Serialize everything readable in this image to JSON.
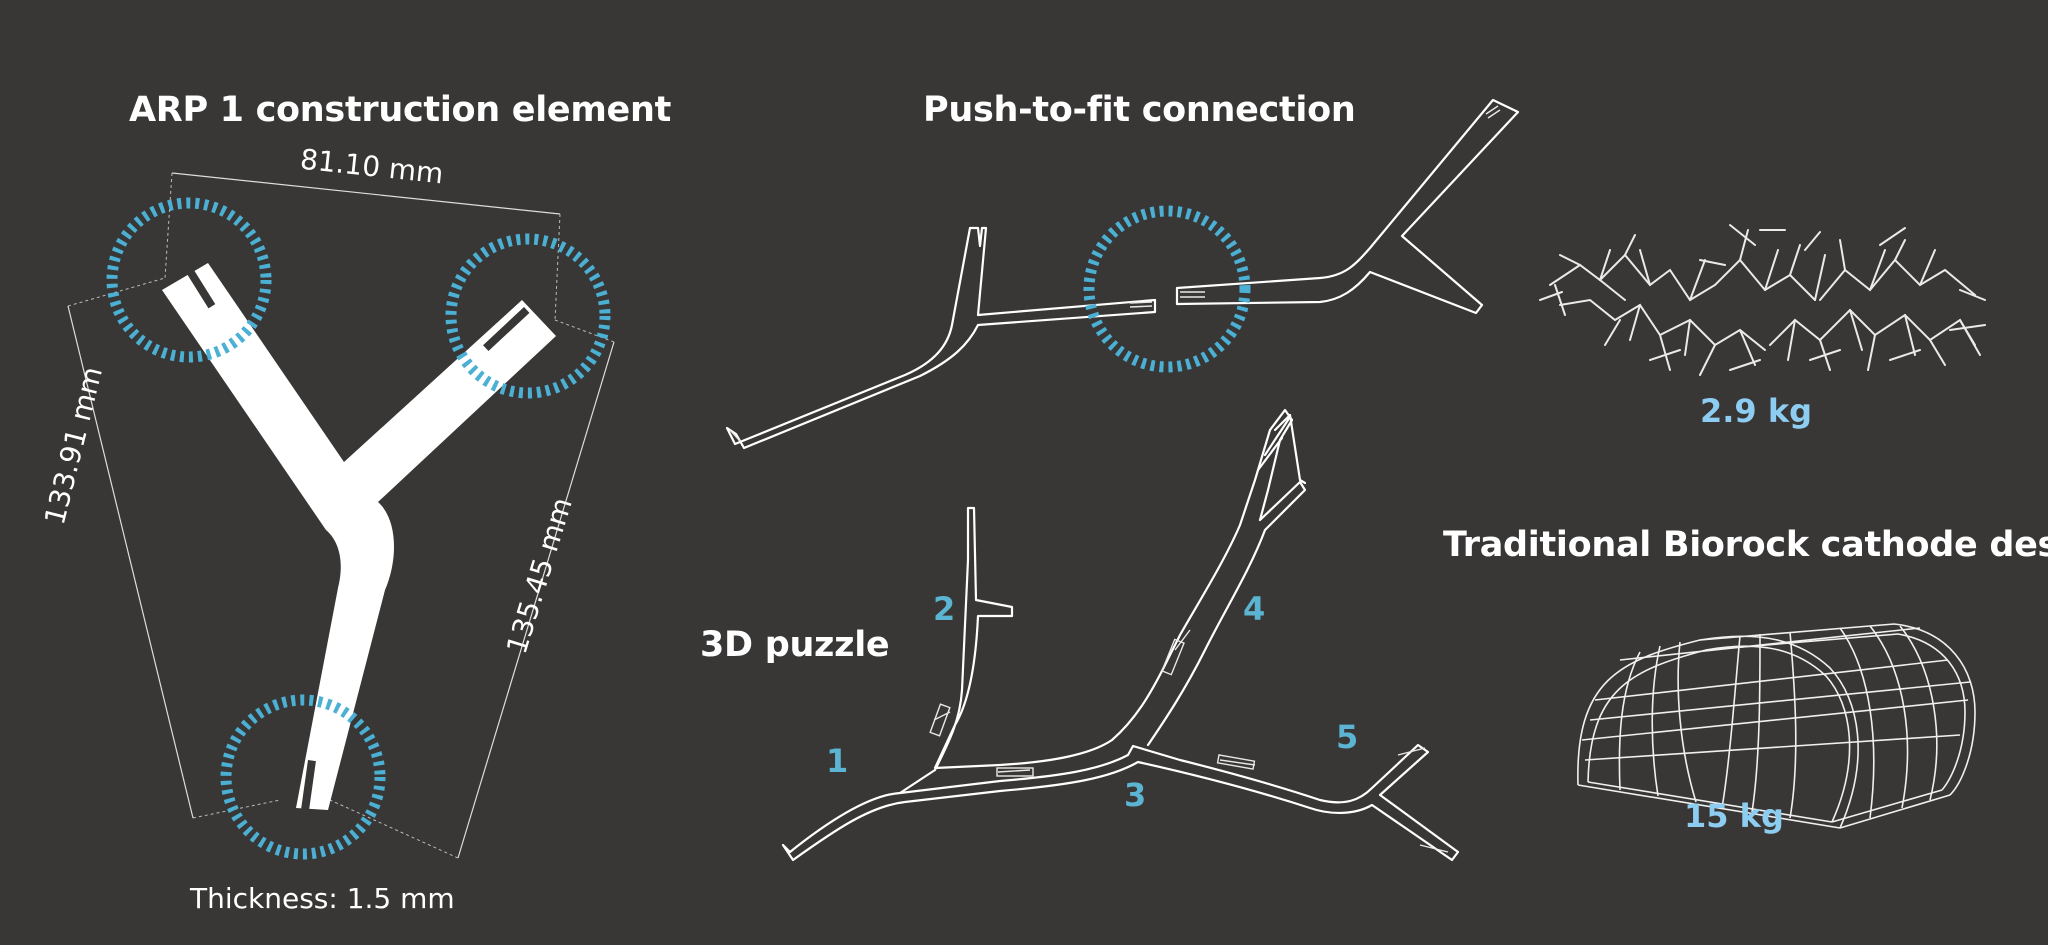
{
  "titles": {
    "element": "ARP 1 construction element",
    "connection": "Push-to-fit connection",
    "puzzle": "3D puzzle",
    "traditional": "Traditional Biorock cathode design"
  },
  "dimensions": {
    "width": "81.10 mm",
    "left_length": "133.91 mm",
    "right_length": "135.45 mm",
    "thickness": "Thickness: 1.5 mm"
  },
  "weights": {
    "arp_structure": "2.9 kg",
    "traditional": "15 kg"
  },
  "puzzle_labels": [
    "1",
    "2",
    "3",
    "4",
    "5"
  ],
  "colors": {
    "background": "#383736",
    "highlight_ring": "#4bb0d3",
    "weight_text": "#8ecdf2",
    "number_text": "#5bb4d2"
  }
}
